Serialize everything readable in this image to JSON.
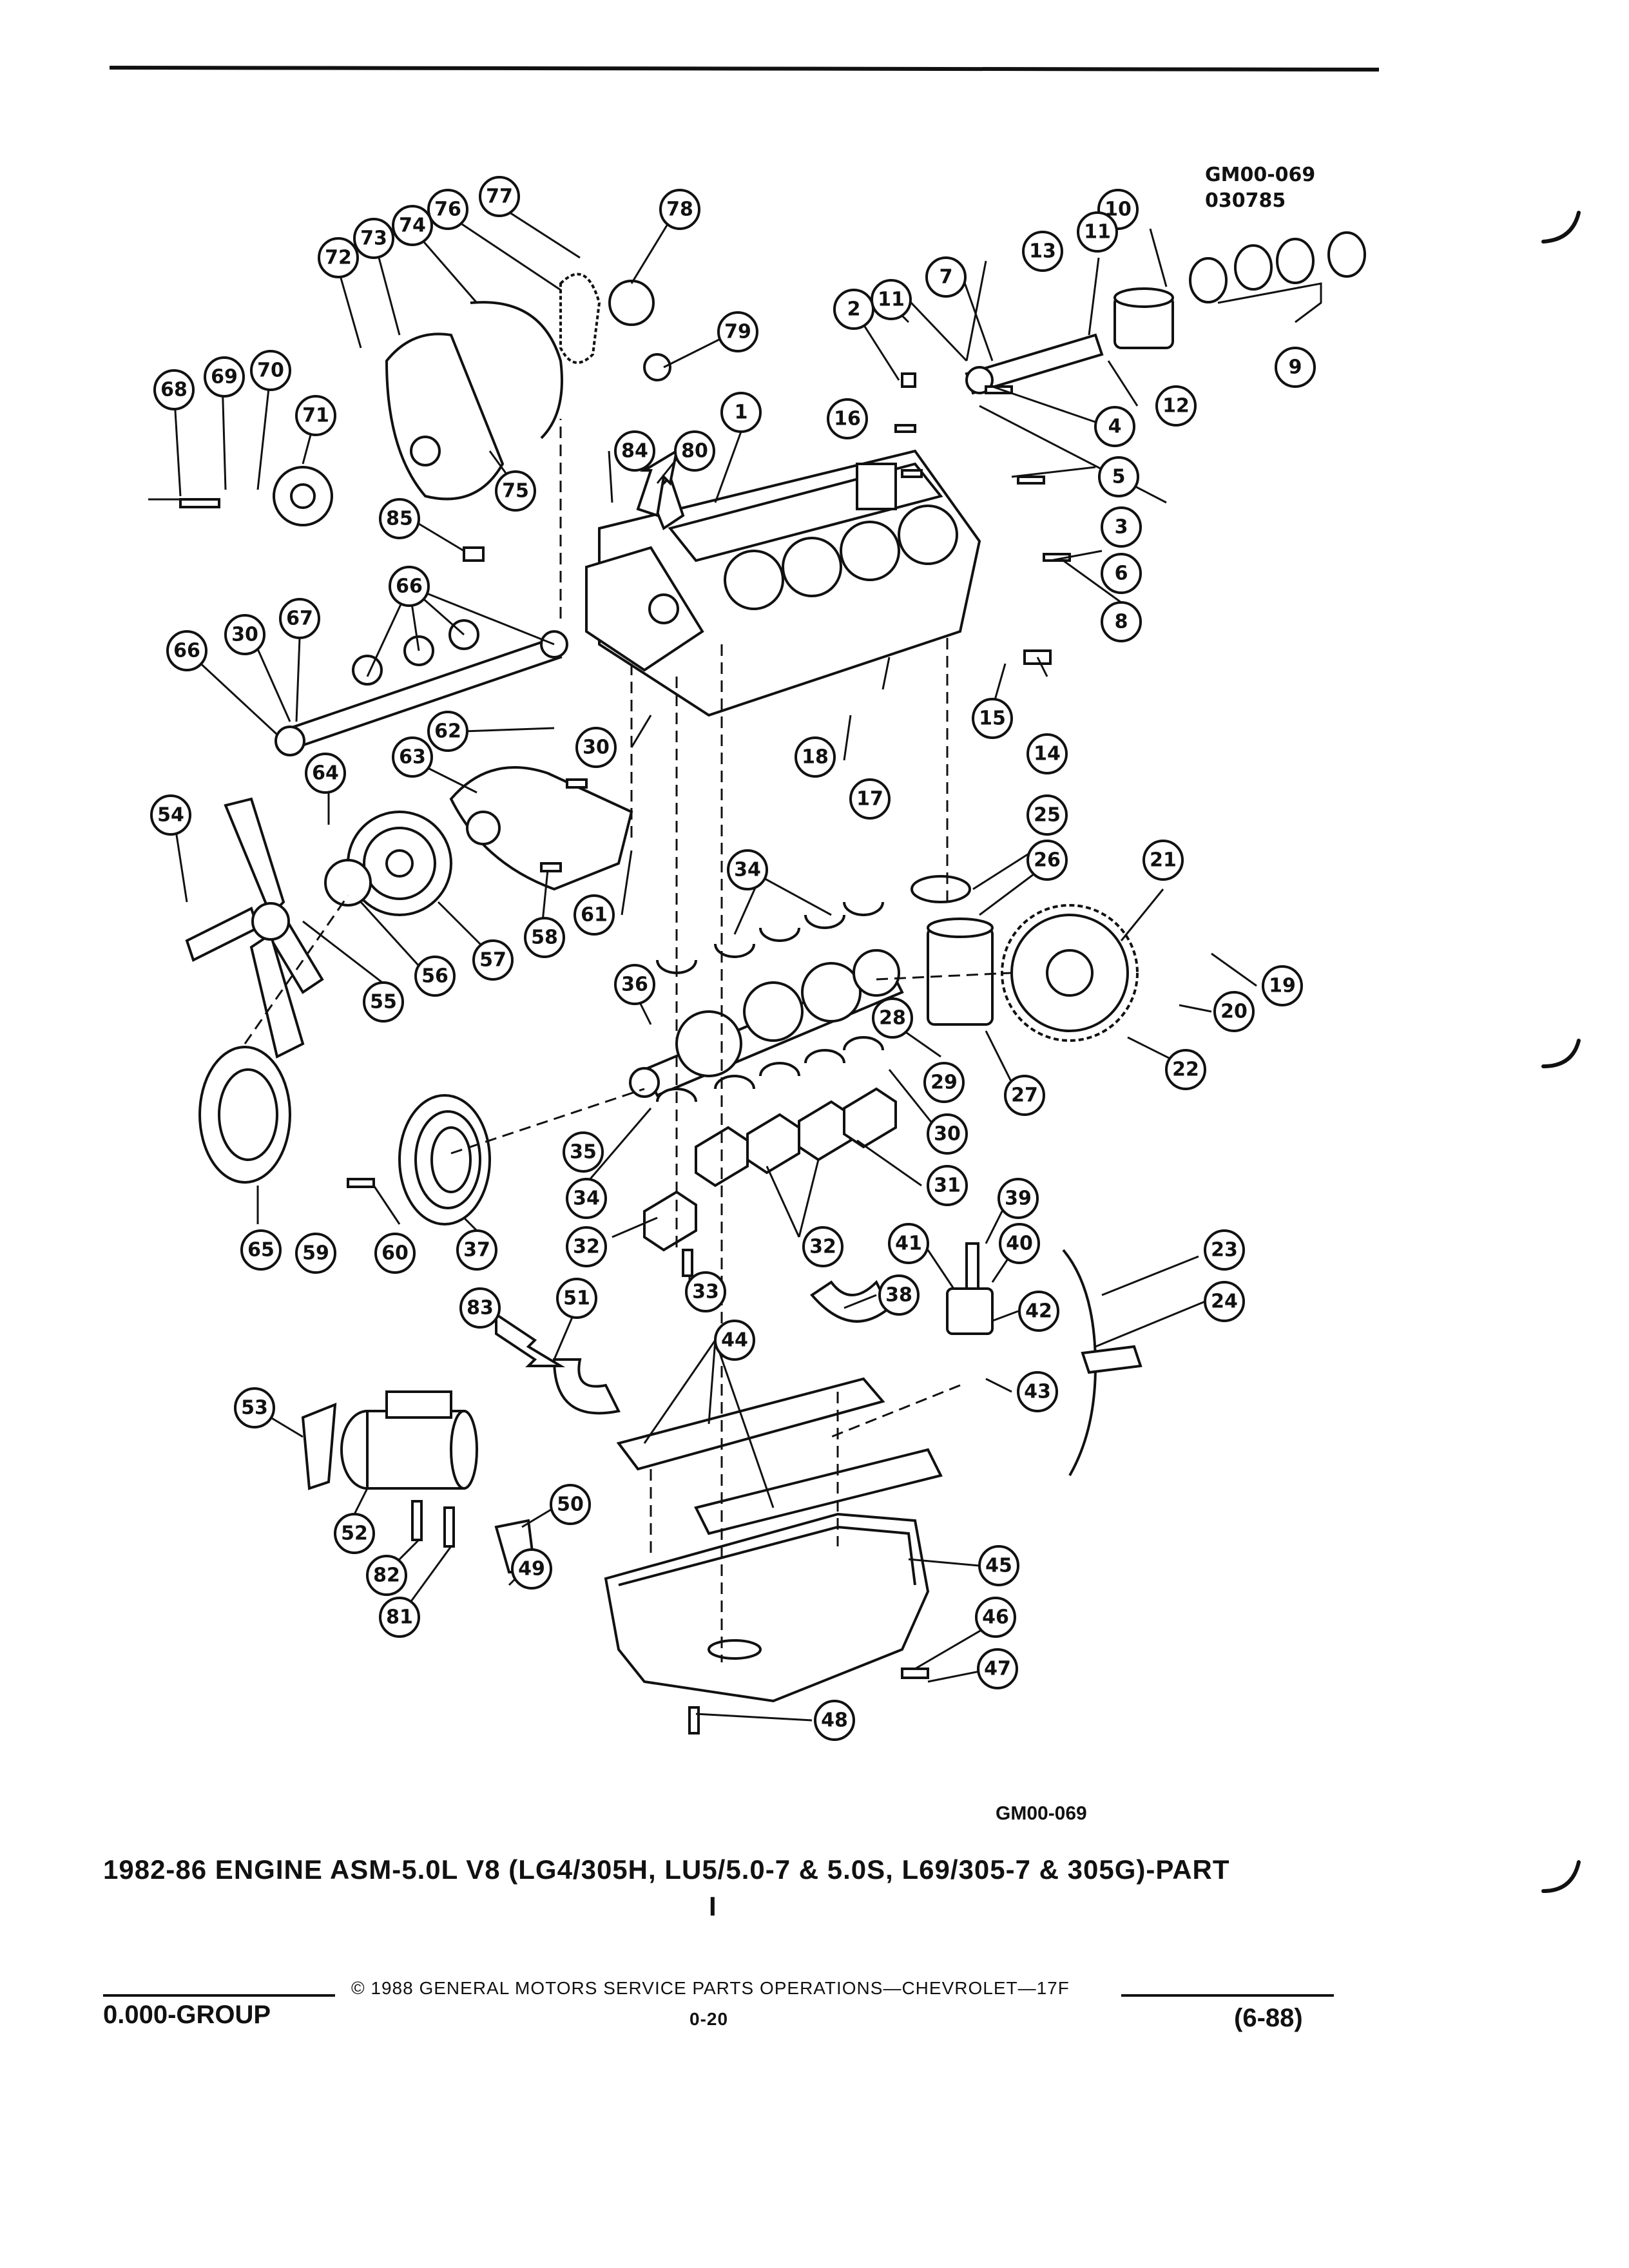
{
  "header": {
    "code_line1": "GM00-069",
    "code_line2": "030785"
  },
  "diagram": {
    "callouts": [
      "1",
      "2",
      "3",
      "4",
      "5",
      "6",
      "7",
      "8",
      "9",
      "10",
      "11",
      "11",
      "12",
      "13",
      "14",
      "15",
      "16",
      "17",
      "18",
      "19",
      "20",
      "21",
      "22",
      "23",
      "24",
      "25",
      "26",
      "27",
      "28",
      "29",
      "30",
      "30",
      "30",
      "31",
      "32",
      "32",
      "33",
      "34",
      "34",
      "35",
      "36",
      "37",
      "38",
      "39",
      "40",
      "41",
      "42",
      "43",
      "44",
      "45",
      "46",
      "47",
      "48",
      "49",
      "50",
      "51",
      "52",
      "53",
      "54",
      "55",
      "56",
      "57",
      "58",
      "59",
      "60",
      "61",
      "62",
      "63",
      "64",
      "65",
      "66",
      "66",
      "67",
      "68",
      "69",
      "70",
      "71",
      "72",
      "73",
      "74",
      "75",
      "76",
      "77",
      "78",
      "79",
      "80",
      "81",
      "82",
      "83",
      "84",
      "85"
    ]
  },
  "caption": {
    "code": "GM00-069",
    "title_line1": "1982-86 ENGINE ASM-5.0L V8 (LG4/305H, LU5/5.0-7 & 5.0S, L69/305-7 & 305G)-PART",
    "title_line2": "I"
  },
  "footer": {
    "copyright": "© 1988 GENERAL MOTORS SERVICE PARTS OPERATIONS—CHEVROLET—17F",
    "group": "0.000-GROUP",
    "page": "0-20",
    "date": "(6-88)"
  }
}
